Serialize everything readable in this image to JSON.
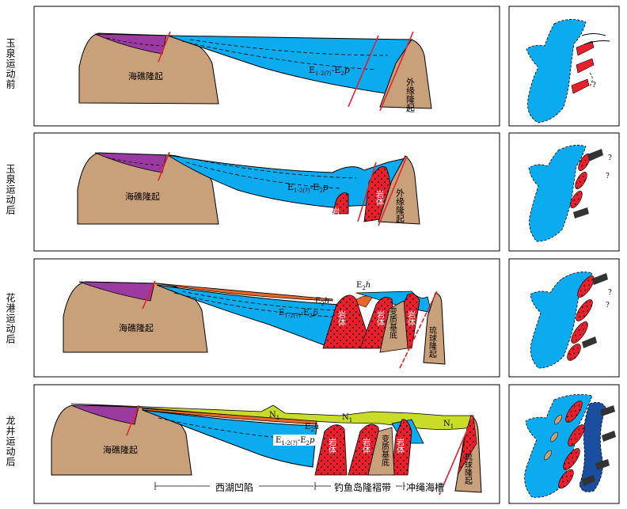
{
  "stages": [
    {
      "label": "玉泉运动前"
    },
    {
      "label": "玉泉运动后"
    },
    {
      "label": "花港运动后"
    },
    {
      "label": "龙井运动后"
    }
  ],
  "labels": {
    "haijiao": "海礁隆起",
    "waiyuan": "外缘隆起",
    "yanti": "岩体",
    "bianzhi": "变质基底",
    "liuqiu": "琉球隆起",
    "e_strata_1": "E",
    "e_sub_1": "1-2(?)",
    "e_strata_2": "-E",
    "e_sub_2": "2",
    "e_p": "p",
    "e2h": "E",
    "e2h_sub": "2",
    "e2h_h": "h",
    "n1": "N",
    "n1_sub": "1",
    "q": "?"
  },
  "bottom_axis": {
    "xihu": "西湖凹陷",
    "diaoyu": "钓鱼岛隆褶带",
    "chongsheng": "冲绳海槽"
  },
  "colors": {
    "uplift": "#c8a07a",
    "blue": "#0aabef",
    "red": "#e8202c",
    "purple": "#9b3aa0",
    "orange": "#e8662a",
    "yellowgreen": "#c8dc28",
    "darkblue": "#1a4fa0"
  }
}
